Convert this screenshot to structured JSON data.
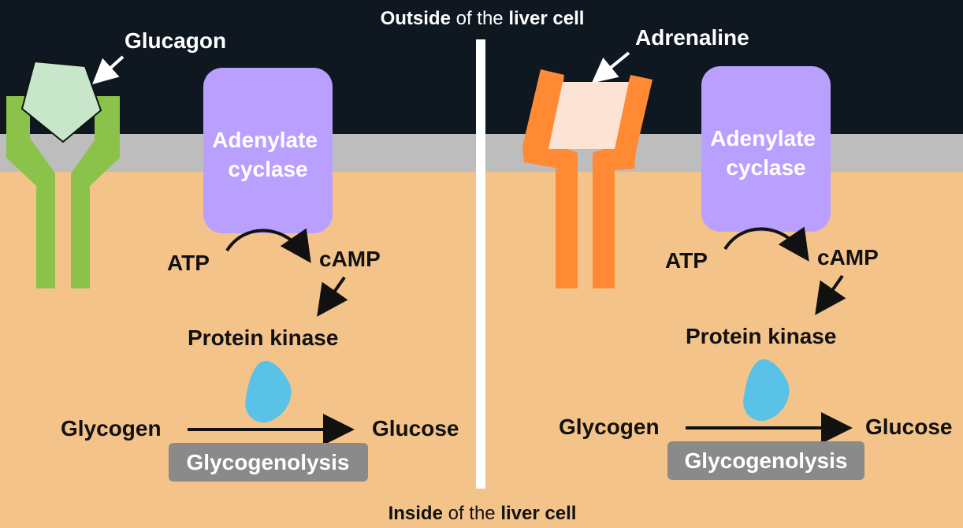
{
  "header": {
    "outside_bold1": "Outside",
    "outside_mid": " of the ",
    "outside_bold2": "liver cell"
  },
  "footer": {
    "inside_bold1": "Inside",
    "inside_mid": " of the ",
    "inside_bold2": "liver cell"
  },
  "left_panel": {
    "hormone": "Glucagon",
    "enzyme_line1": "Adenylate",
    "enzyme_line2": "cyclase",
    "substrate": "ATP",
    "product": "cAMP",
    "kinase": "Protein kinase",
    "reactant": "Glycogen",
    "result": "Glucose",
    "process": "Glycogenolysis"
  },
  "right_panel": {
    "hormone": "Adrenaline",
    "enzyme_line1": "Adenylate",
    "enzyme_line2": "cyclase",
    "substrate": "ATP",
    "product": "cAMP",
    "kinase": "Protein kinase",
    "reactant": "Glycogen",
    "result": "Glucose",
    "process": "Glycogenolysis"
  },
  "colors": {
    "extracellular": "#0f1720",
    "membrane": "#bdbdbd",
    "cytoplasm": "#f4c38a",
    "glucagon_receptor": "#8bc34a",
    "glucagon": "#c8e6c9",
    "adrenaline_receptor": "#ff8a33",
    "adrenaline": "#fde3d3",
    "adenylate_cyclase": "#b9a0ff",
    "protein_kinase": "#5bc2e7",
    "process_box": "#8a8a8a"
  }
}
